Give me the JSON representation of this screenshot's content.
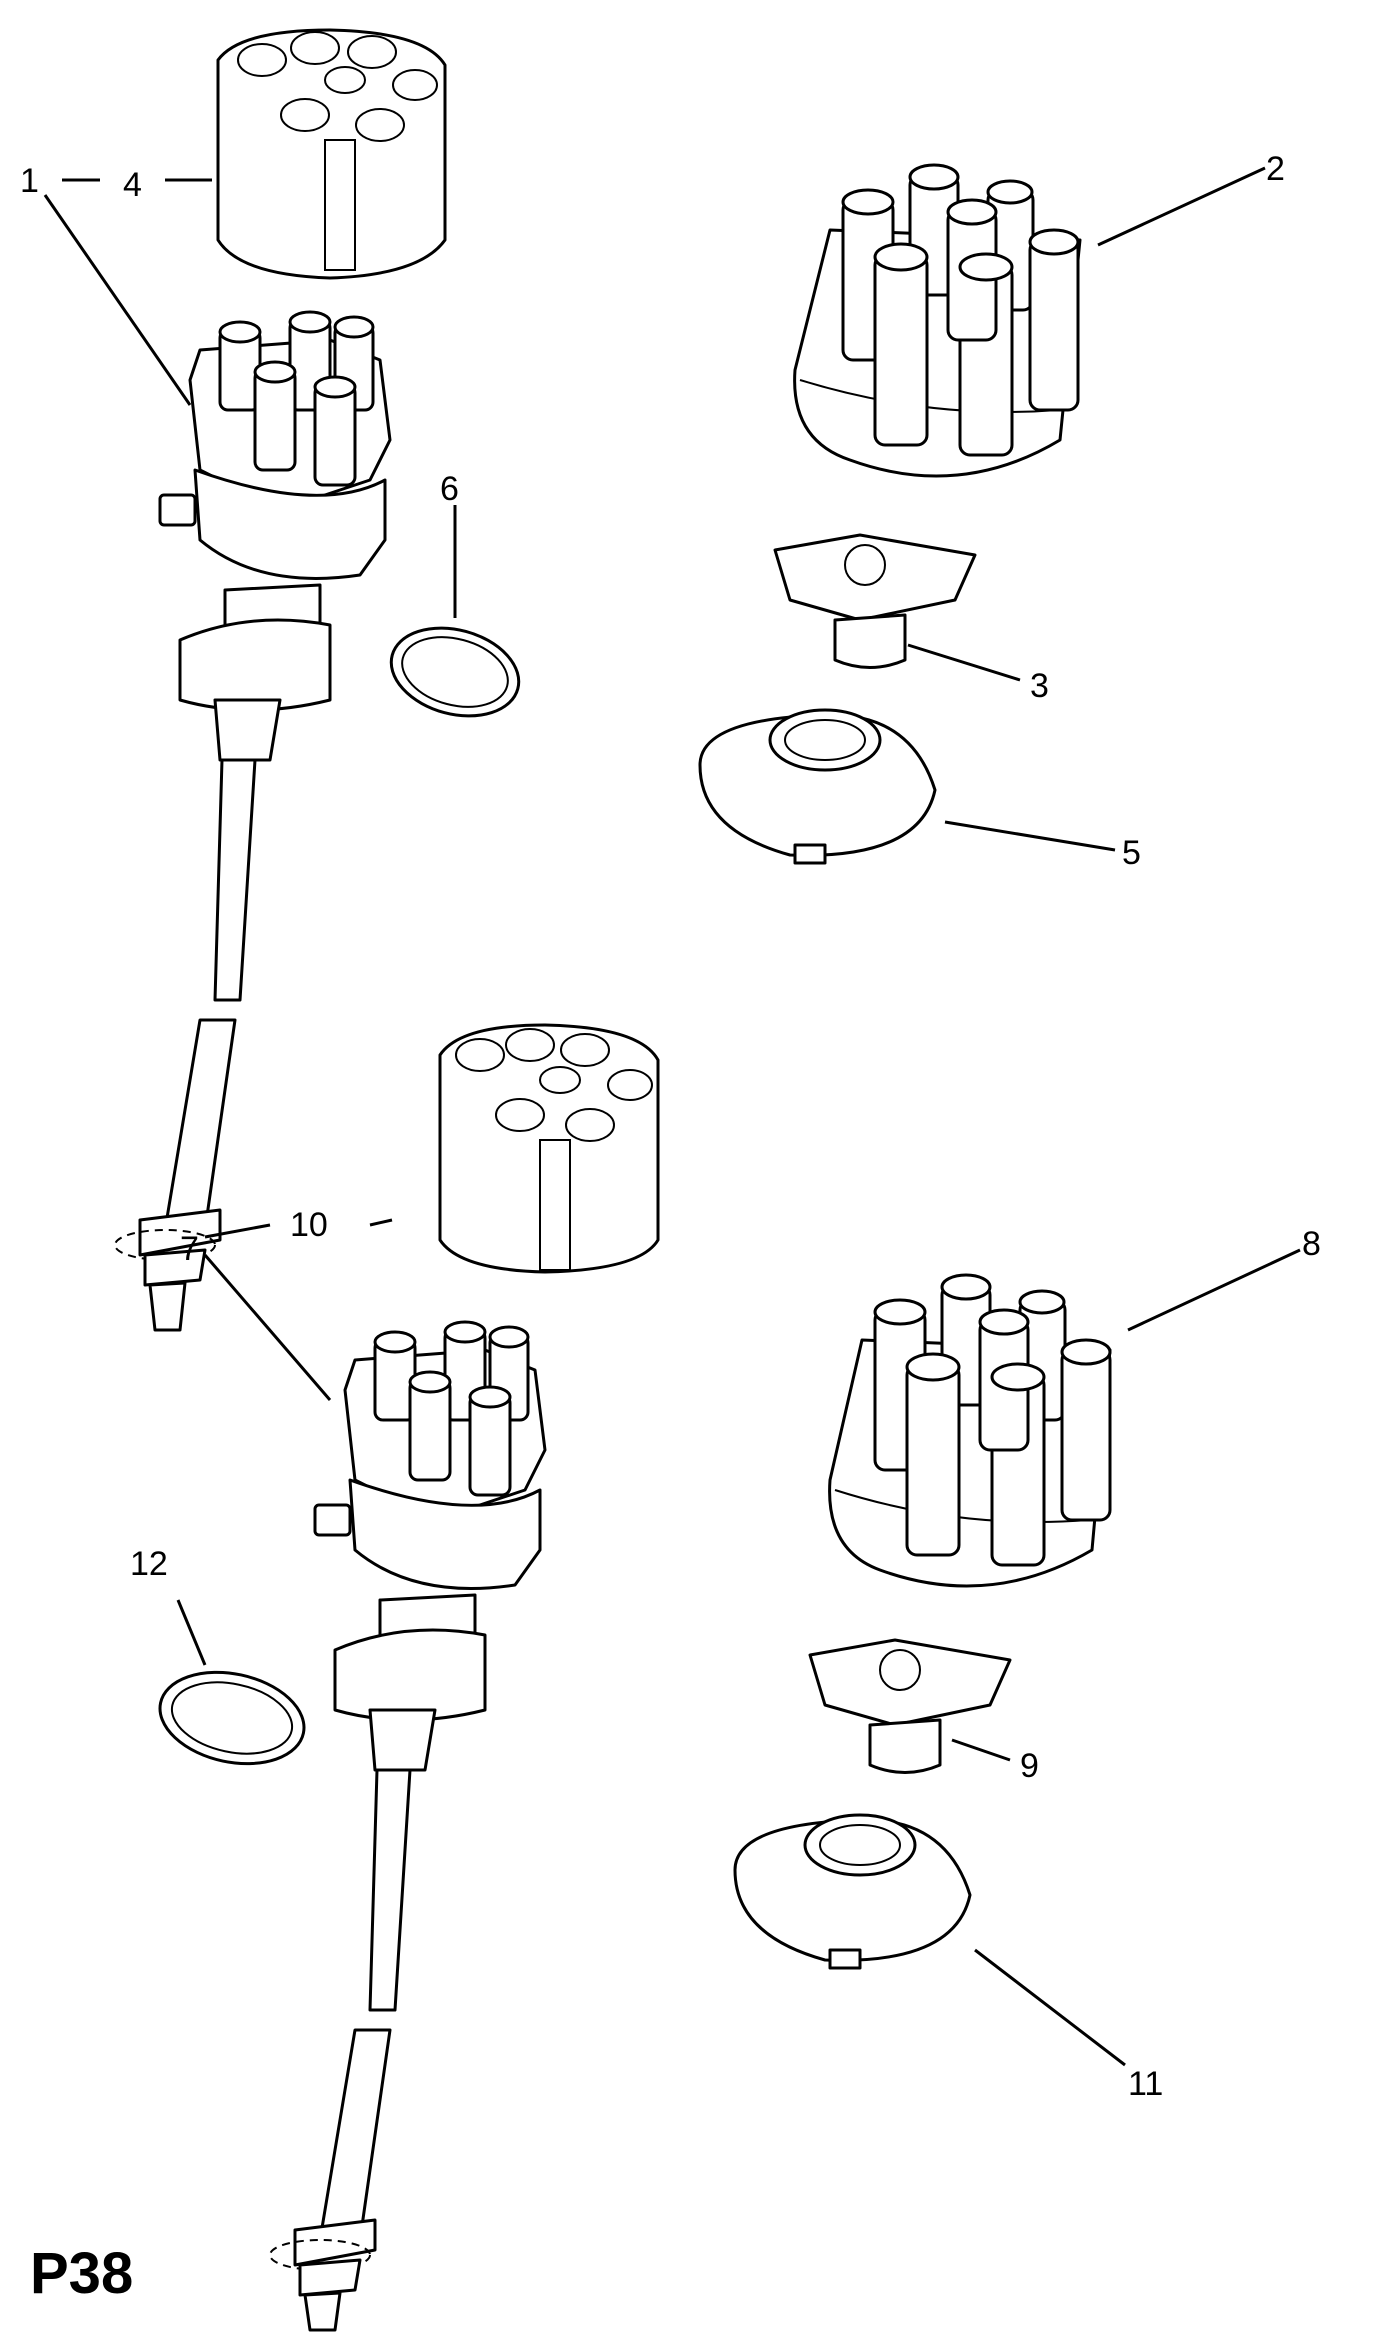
{
  "diagram": {
    "page_label": "P38",
    "callouts": [
      "1",
      "2",
      "3",
      "4",
      "5",
      "6",
      "7",
      "8",
      "9",
      "10",
      "11",
      "12"
    ],
    "parts": [
      "distributor-assembly-1",
      "distributor-cap-2",
      "rotor-3",
      "distributor-cap-4",
      "shield-5",
      "seal-ring-6",
      "distributor-assembly-7",
      "distributor-cap-8",
      "rotor-9",
      "distributor-cap-10",
      "shield-11",
      "seal-ring-12"
    ]
  }
}
